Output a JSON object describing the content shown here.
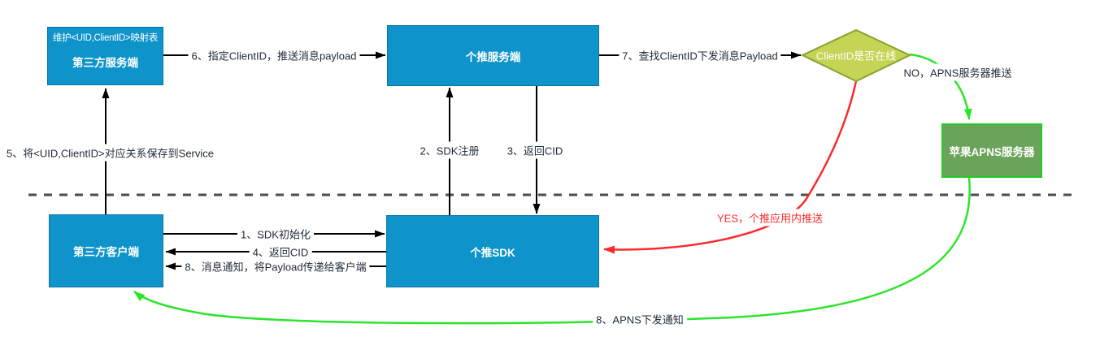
{
  "diagram": {
    "boxes": {
      "third_party_server": {
        "title": "第三方服务端",
        "top_label": "维护<UID,ClientID>映射表"
      },
      "getui_server": {
        "title": "个推服务端"
      },
      "getui_sdk": {
        "title": "个推SDK"
      },
      "third_party_client": {
        "title": "第三方客户端"
      },
      "apns_server": {
        "title": "苹果APNS服务器"
      }
    },
    "decision": {
      "label": "ClientID是否在线"
    },
    "edges": {
      "e1": {
        "label": "1、SDK初始化"
      },
      "e2": {
        "label": "2、SDK注册"
      },
      "e3": {
        "label": "3、返回CID"
      },
      "e4": {
        "label": "4、返回CID"
      },
      "e5": {
        "label": "5、将<UID,ClientID>对应关系保存到Service"
      },
      "e6": {
        "label": "6、指定ClientID，推送消息payload"
      },
      "e7": {
        "label": "7、查找ClientID下发消息Payload"
      },
      "e8_msg": {
        "label": "8、消息通知，将Payload传递给客户端"
      },
      "e8_apns": {
        "label": "8、APNS下发通知"
      },
      "yes_branch": {
        "label": "YES，个推应用内推送"
      },
      "no_branch": {
        "label": "NO，APNS服务器推送"
      }
    },
    "colors": {
      "box_blue_fill": "#0e94ca",
      "box_blue_border": "#0c74a4",
      "diamond_fill": "#c5d455",
      "diamond_border": "#85a42d",
      "apns_fill": "#69a45a",
      "apns_border": "#21cb21",
      "arrow_black": "#000000",
      "arrow_red": "#fb2a2a",
      "arrow_green": "#2be52b",
      "divider_gray": "#4d4d4d",
      "label_text": "#1f2a38"
    }
  }
}
